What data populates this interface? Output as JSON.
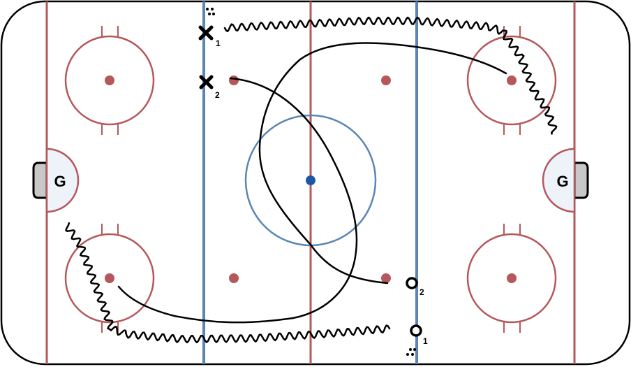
{
  "rink": {
    "board_color": "#000000",
    "ice_color": "#ffffff",
    "red_line_color": "#b5585c",
    "blue_line_color": "#5b86b4",
    "center_circle_color": "#5b86b4",
    "center_dot_color": "#1f57a8",
    "faceoff_color": "#b5585c",
    "crease_fill": "#eef3fa",
    "net_fill": "#c8c8c8"
  },
  "goalies": [
    {
      "id": "left",
      "label": "G"
    },
    {
      "id": "right",
      "label": "G"
    }
  ],
  "players": [
    {
      "id": "x1",
      "marker": "X",
      "number": "1",
      "has_puck": true
    },
    {
      "id": "x2",
      "marker": "X",
      "number": "2",
      "has_puck": false
    },
    {
      "id": "o1",
      "marker": "O",
      "number": "1",
      "has_puck": true
    },
    {
      "id": "o2",
      "marker": "O",
      "number": "2",
      "has_puck": false
    }
  ],
  "paths": [
    {
      "id": "x1-skate-with-puck",
      "style": "wavy"
    },
    {
      "id": "x2-skate",
      "style": "solid"
    },
    {
      "id": "o1-skate-with-puck",
      "style": "wavy"
    },
    {
      "id": "o2-skate",
      "style": "solid"
    }
  ]
}
